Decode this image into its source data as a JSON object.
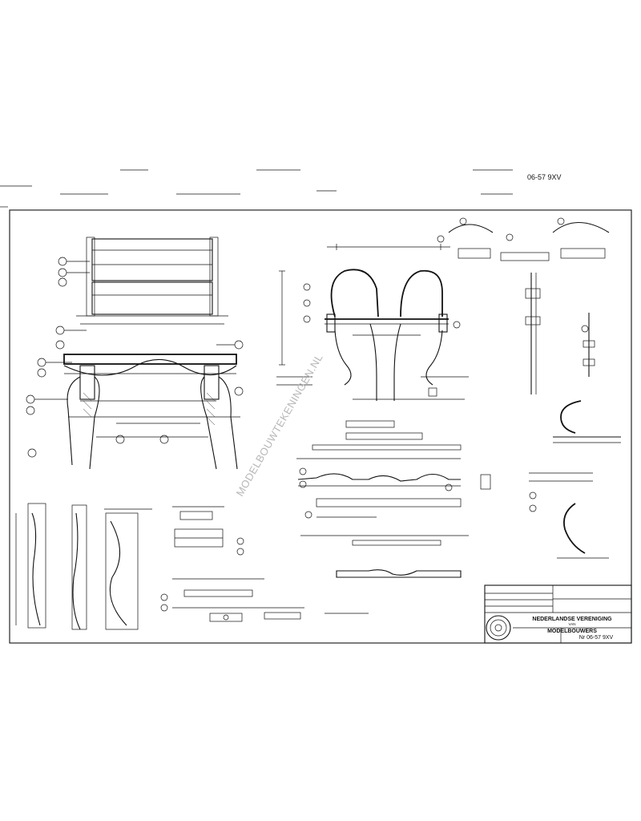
{
  "title_block": {
    "org_line1": "NEDERLANDSE VERENIGING",
    "org_line2": "VAN",
    "org_line3": "MODELBOUWERS",
    "drawing_title": "Nr 06-57 9XV"
  },
  "watermark": "MODELBOUWTEKENINGEN.NL",
  "header_ref": "06-57 9XV",
  "colors": {
    "ink": "#111111",
    "paper": "#ffffff",
    "watermark": "#b8b8b8"
  }
}
